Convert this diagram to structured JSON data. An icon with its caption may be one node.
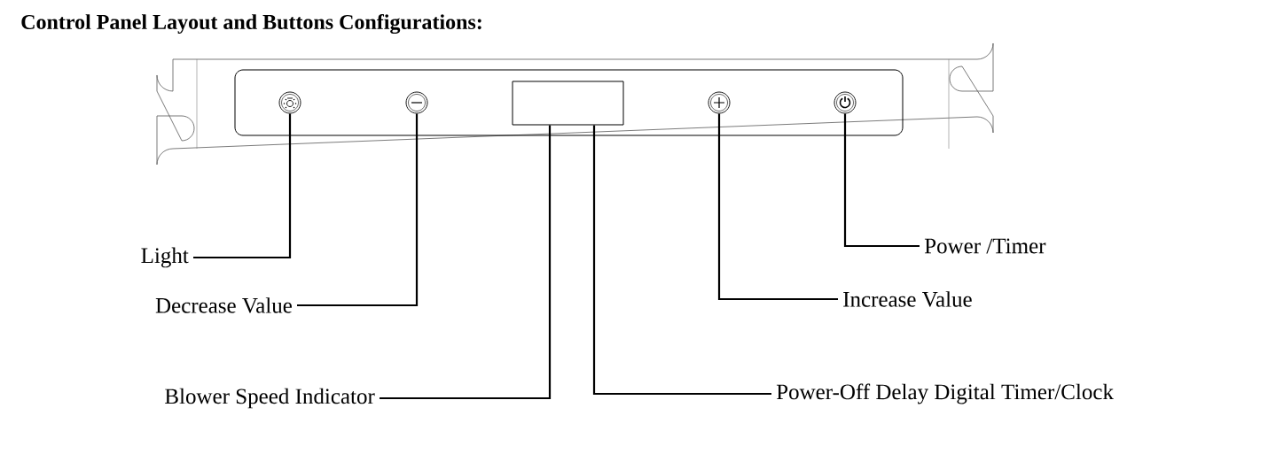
{
  "diagram": {
    "title": "Control Panel Layout and Buttons Configurations:",
    "nodes": [
      {
        "text": [],
        "shape": "circle"
      },
      {
        "text": [],
        "shape": "circle"
      },
      {
        "text": [],
        "shape": "box"
      },
      {
        "text": [],
        "shape": "circle"
      },
      {
        "text": [],
        "shape": "circle"
      },
      {
        "text": [
          "Light"
        ]
      },
      {
        "text": [
          "Decrease Value"
        ]
      },
      {
        "text": [
          "Blower Speed Indicator"
        ]
      },
      {
        "text": [
          "Power-Off Delay Digital Timer/Clock"
        ]
      },
      {
        "text": [
          "Increase Value"
        ]
      },
      {
        "text": [
          "Power /Timer"
        ]
      }
    ],
    "edges": [
      {
        "from": 5,
        "to": 0,
        "arrow": "none"
      },
      {
        "from": 6,
        "to": 1,
        "arrow": "none"
      },
      {
        "from": 7,
        "to": 2,
        "arrow": "none"
      },
      {
        "from": 8,
        "to": 2,
        "arrow": "none"
      },
      {
        "from": 9,
        "to": 3,
        "arrow": "none"
      },
      {
        "from": 10,
        "to": 4,
        "arrow": "none"
      }
    ]
  }
}
